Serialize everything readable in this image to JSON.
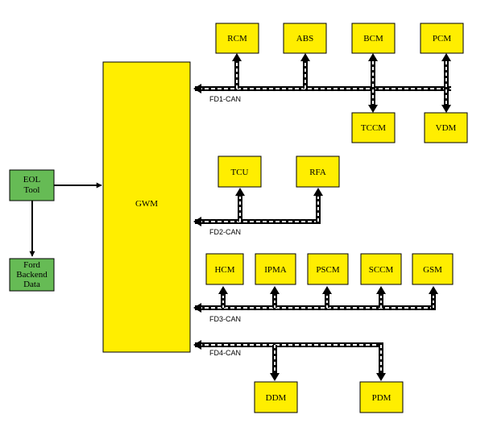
{
  "colors": {
    "module_fill": "#ffee00",
    "tool_fill": "#66bb55",
    "outline": "#000000",
    "bus_dash": "#ffffff"
  },
  "gateway": {
    "label": "GWM"
  },
  "eol_tool": {
    "label_lines": [
      "EOL",
      "Tool"
    ]
  },
  "backend": {
    "label_lines": [
      "Ford",
      "Backend",
      "Data"
    ]
  },
  "buses": [
    {
      "label": "FD1-CAN"
    },
    {
      "label": "FD2-CAN"
    },
    {
      "label": "FD3-CAN"
    },
    {
      "label": "FD4-CAN"
    }
  ],
  "modules": {
    "fd1_top": [
      "RCM",
      "ABS",
      "BCM",
      "PCM"
    ],
    "fd1_bottom": [
      "TCCM",
      "VDM"
    ],
    "fd2": [
      "TCU",
      "RFA"
    ],
    "fd3": [
      "HCM",
      "IPMA",
      "PSCM",
      "SCCM",
      "GSM"
    ],
    "fd4": [
      "DDM",
      "PDM"
    ]
  }
}
